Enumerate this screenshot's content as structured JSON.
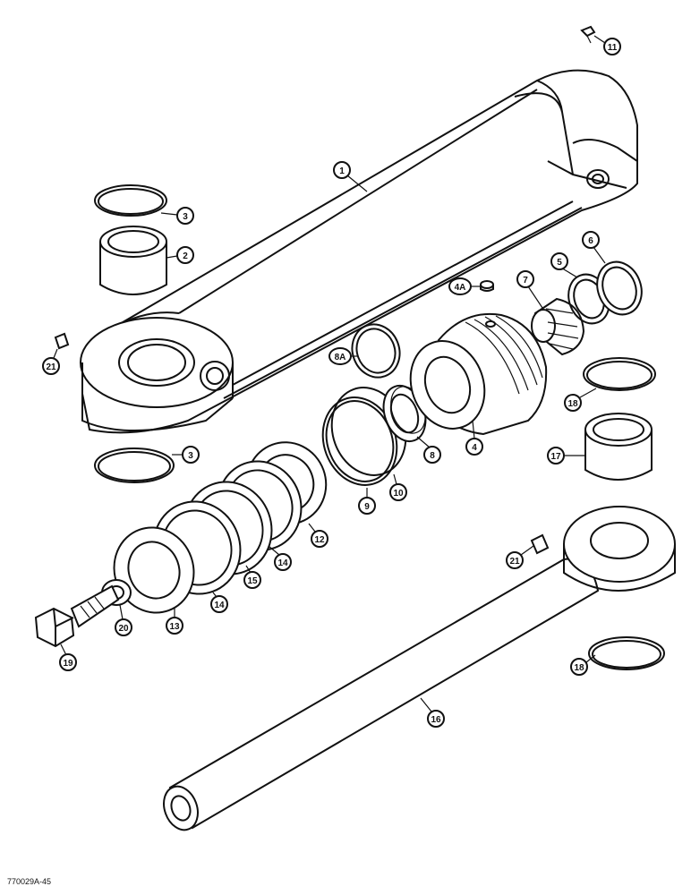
{
  "callouts": {
    "c1": "1",
    "c2": "2",
    "c3a": "3",
    "c3b": "3",
    "c4": "4",
    "c4a": "4A",
    "c5": "5",
    "c6": "6",
    "c7": "7",
    "c8": "8",
    "c8a": "8A",
    "c9": "9",
    "c10": "10",
    "c11": "11",
    "c12": "12",
    "c13": "13",
    "c14a": "14",
    "c14b": "14",
    "c15": "15",
    "c16": "16",
    "c17": "17",
    "c18a": "18",
    "c18b": "18",
    "c19": "19",
    "c20": "20",
    "c21a": "21",
    "c21b": "21"
  },
  "footer": {
    "code": "770029A-45"
  }
}
